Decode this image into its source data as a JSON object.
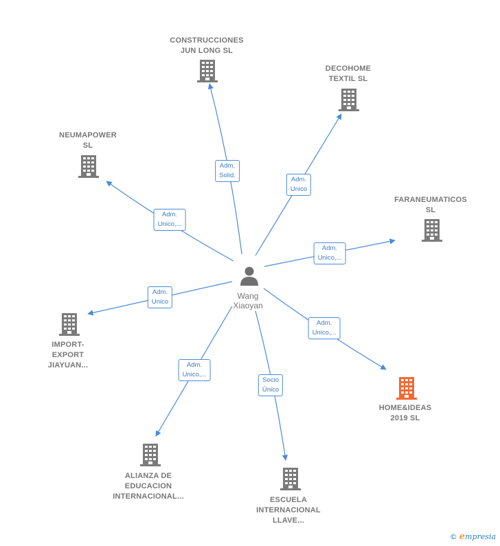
{
  "center": {
    "name_line1": "Wang",
    "name_line2": "Xiaoyan",
    "icon": "person-icon"
  },
  "nodes": [
    {
      "id": "construcciones",
      "lines": [
        "CONSTRUCCIONES",
        "JUN LONG  SL"
      ],
      "icon": "building-icon",
      "highlight": false
    },
    {
      "id": "decohome",
      "lines": [
        "DECOHOME",
        "TEXTIL  SL"
      ],
      "icon": "building-icon",
      "highlight": false
    },
    {
      "id": "neumapower",
      "lines": [
        "NEUMAPOWER",
        "SL"
      ],
      "icon": "building-icon",
      "highlight": false
    },
    {
      "id": "faraneumaticos",
      "lines": [
        "FARANEUMATICOS",
        "SL"
      ],
      "icon": "building-icon",
      "highlight": false
    },
    {
      "id": "import-export",
      "lines": [
        "IMPORT-",
        "EXPORT",
        "JIAYUAN..."
      ],
      "icon": "building-icon",
      "highlight": false
    },
    {
      "id": "homeideas",
      "lines": [
        "HOME&IDEAS",
        "2019  SL"
      ],
      "icon": "building-icon",
      "highlight": true
    },
    {
      "id": "alianza",
      "lines": [
        "ALIANZA DE",
        "EDUCACION",
        "INTERNACIONAL..."
      ],
      "icon": "building-icon",
      "highlight": false
    },
    {
      "id": "escuela",
      "lines": [
        "ESCUELA",
        "INTERNACIONAL",
        "LLAVE..."
      ],
      "icon": "building-icon",
      "highlight": false
    }
  ],
  "edges": [
    {
      "to": "construcciones",
      "lines": [
        "Adm.",
        "Solid."
      ]
    },
    {
      "to": "decohome",
      "lines": [
        "Adm.",
        "Unico"
      ]
    },
    {
      "to": "neumapower",
      "lines": [
        "Adm.",
        "Unico,..."
      ]
    },
    {
      "to": "faraneumaticos",
      "lines": [
        "Adm.",
        "Unico,..."
      ]
    },
    {
      "to": "import-export",
      "lines": [
        "Adm.",
        "Unico"
      ]
    },
    {
      "to": "homeideas",
      "lines": [
        "Adm.",
        "Unico,..."
      ]
    },
    {
      "to": "alianza",
      "lines": [
        "Adm.",
        "Unico,..."
      ]
    },
    {
      "to": "escuela",
      "lines": [
        "Socio",
        "Único"
      ]
    }
  ],
  "colors": {
    "edge": "#4a8bd6",
    "building": "#7b7b7b",
    "building_highlight": "#f26a35",
    "person": "#707070"
  },
  "footer": {
    "copyright_symbol": "©",
    "brand_initial": "e",
    "brand_rest": "mpresia"
  }
}
